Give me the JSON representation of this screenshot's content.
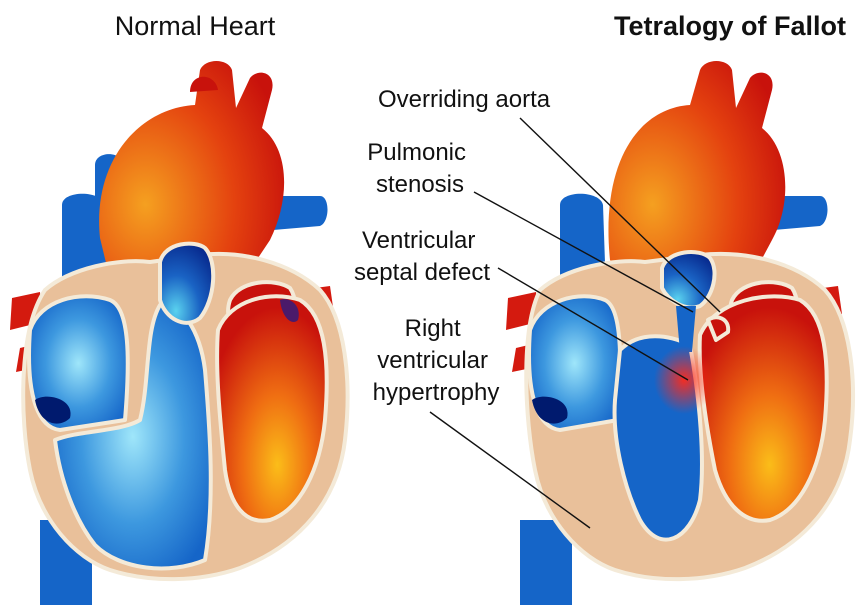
{
  "titles": {
    "normal": "Normal Heart",
    "tof": "Tetralogy of Fallot"
  },
  "labels": {
    "overriding_aorta": [
      "Overriding aorta"
    ],
    "pulmonic_stenosis": [
      "Pulmonic",
      "stenosis"
    ],
    "vsd": [
      "Ventricular",
      "septal defect"
    ],
    "rvh": [
      "Right",
      "ventricular",
      "hypertrophy"
    ]
  },
  "colors": {
    "oxygenated_red": "#d41a0f",
    "oxygenated_orange": "#f4a321",
    "deoxygenated_blue": "#1565c8",
    "light_blue": "#7fd6f4",
    "dark_blue": "#001a6e",
    "myocardium_tan": "#e9c09a",
    "outline": "#f4ead8",
    "text": "#111111"
  }
}
